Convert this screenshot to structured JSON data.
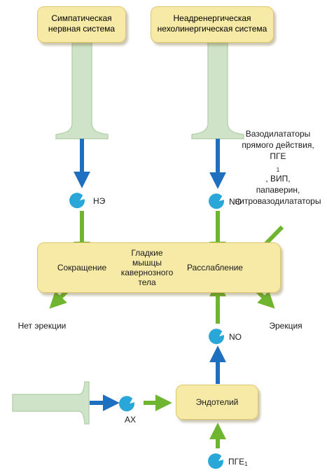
{
  "boxes": {
    "sympathetic": [
      "Симпатическая",
      "нервная система"
    ],
    "nanc": [
      "Неадренергическая",
      "нехолинергическая система"
    ],
    "smooth_muscle": [
      "Гладкие",
      "мышцы",
      "кавернозного",
      "тела"
    ],
    "endothelium": "Эндотелий"
  },
  "labels": {
    "contraction": "Сокращение",
    "relaxation": "Расслабление",
    "no_erection": "Нет эрекции",
    "erection": "Эрекция",
    "ne": "НЭ",
    "no_top": "NO",
    "no_mid": "NO",
    "ach": "АХ",
    "pge1_bottom": {
      "base": "ПГЕ",
      "sub": "1"
    },
    "vasodilators": {
      "line1": "Вазодилататоры",
      "line2": "прямого действия,",
      "line3_base": "ПГЕ",
      "line3_sub": "1",
      "line3_rest": ", ВИП,",
      "line4": "папаверин,",
      "line5": "нитровазодилататоры"
    }
  },
  "colors": {
    "box_fill": "#f7eaa6",
    "box_border": "#e0c76b",
    "neuron": "#cfe3c8",
    "neuron_stroke": "#b7d3ae",
    "blue_arrow": "#1f6fc0",
    "green_arrow": "#6fb52f",
    "receptor": "#2aa7d9"
  }
}
